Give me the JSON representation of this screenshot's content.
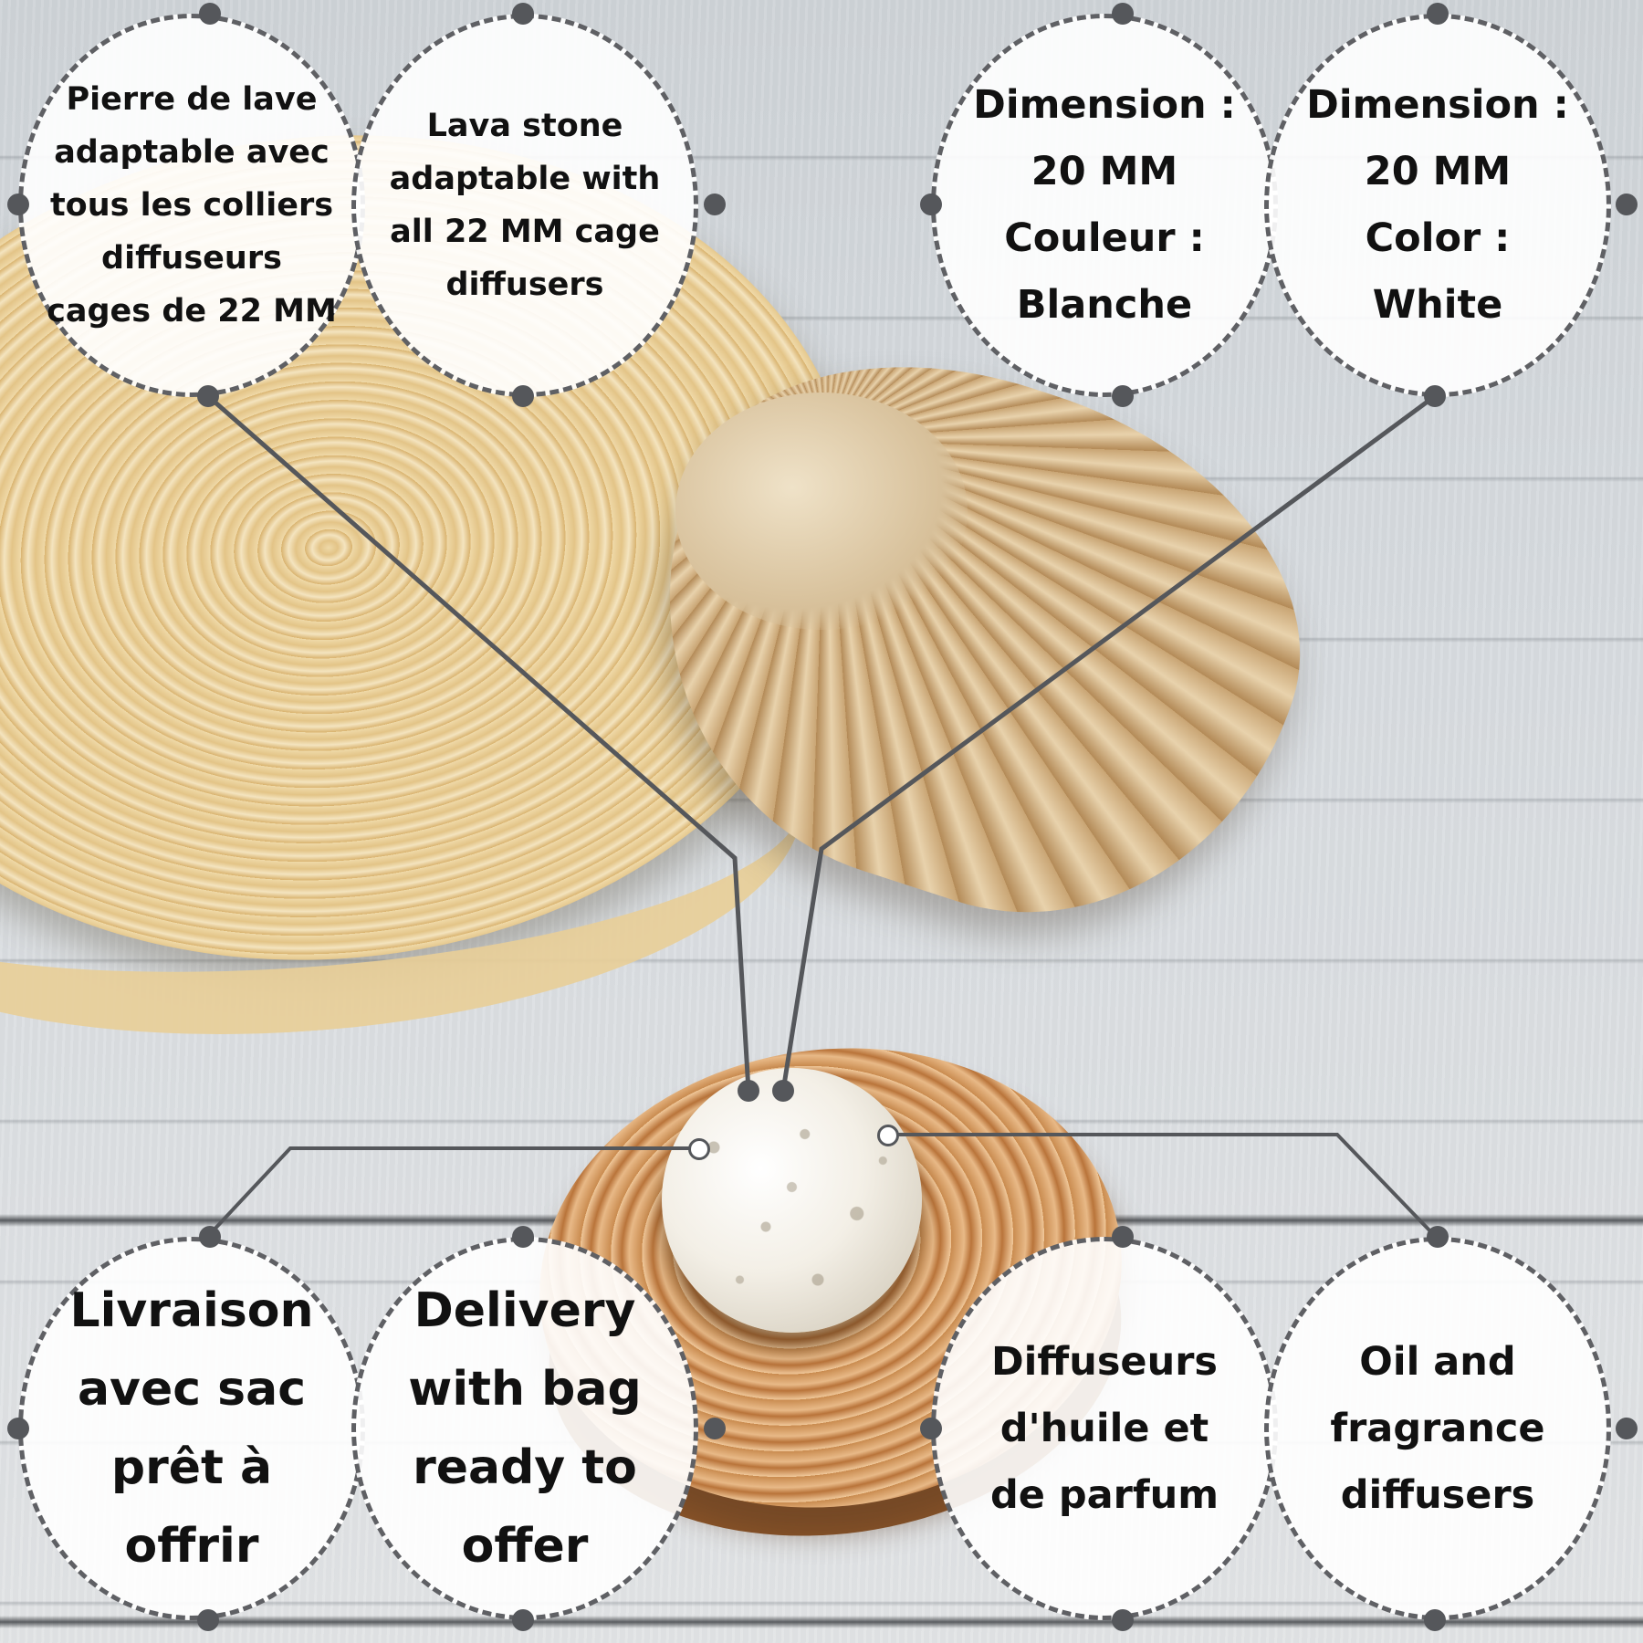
{
  "colors": {
    "bubble_fill": "#ffffff",
    "bubble_border": "#5f6064",
    "connector": "#55575b",
    "text": "#111111"
  },
  "callouts": {
    "compat_fr": "Pierre de lave\nadaptable avec\ntous les colliers\ndiffuseurs\ncages de 22 MM",
    "compat_en": "Lava stone\nadaptable with\nall 22 MM cage\ndiffusers",
    "specs_fr": "Dimension :\n20 MM\nCouleur :\nBlanche",
    "specs_en": "Dimension :\n20 MM\nColor :\nWhite",
    "delivery_fr": "Livraison\navec sac\nprêt à\noffrir",
    "delivery_en": "Delivery\nwith bag\nready to\noffer",
    "use_fr": "Diffuseurs\nd'huile et\nde parfum",
    "use_en": "Oil and\nfragrance\ndiffusers"
  }
}
